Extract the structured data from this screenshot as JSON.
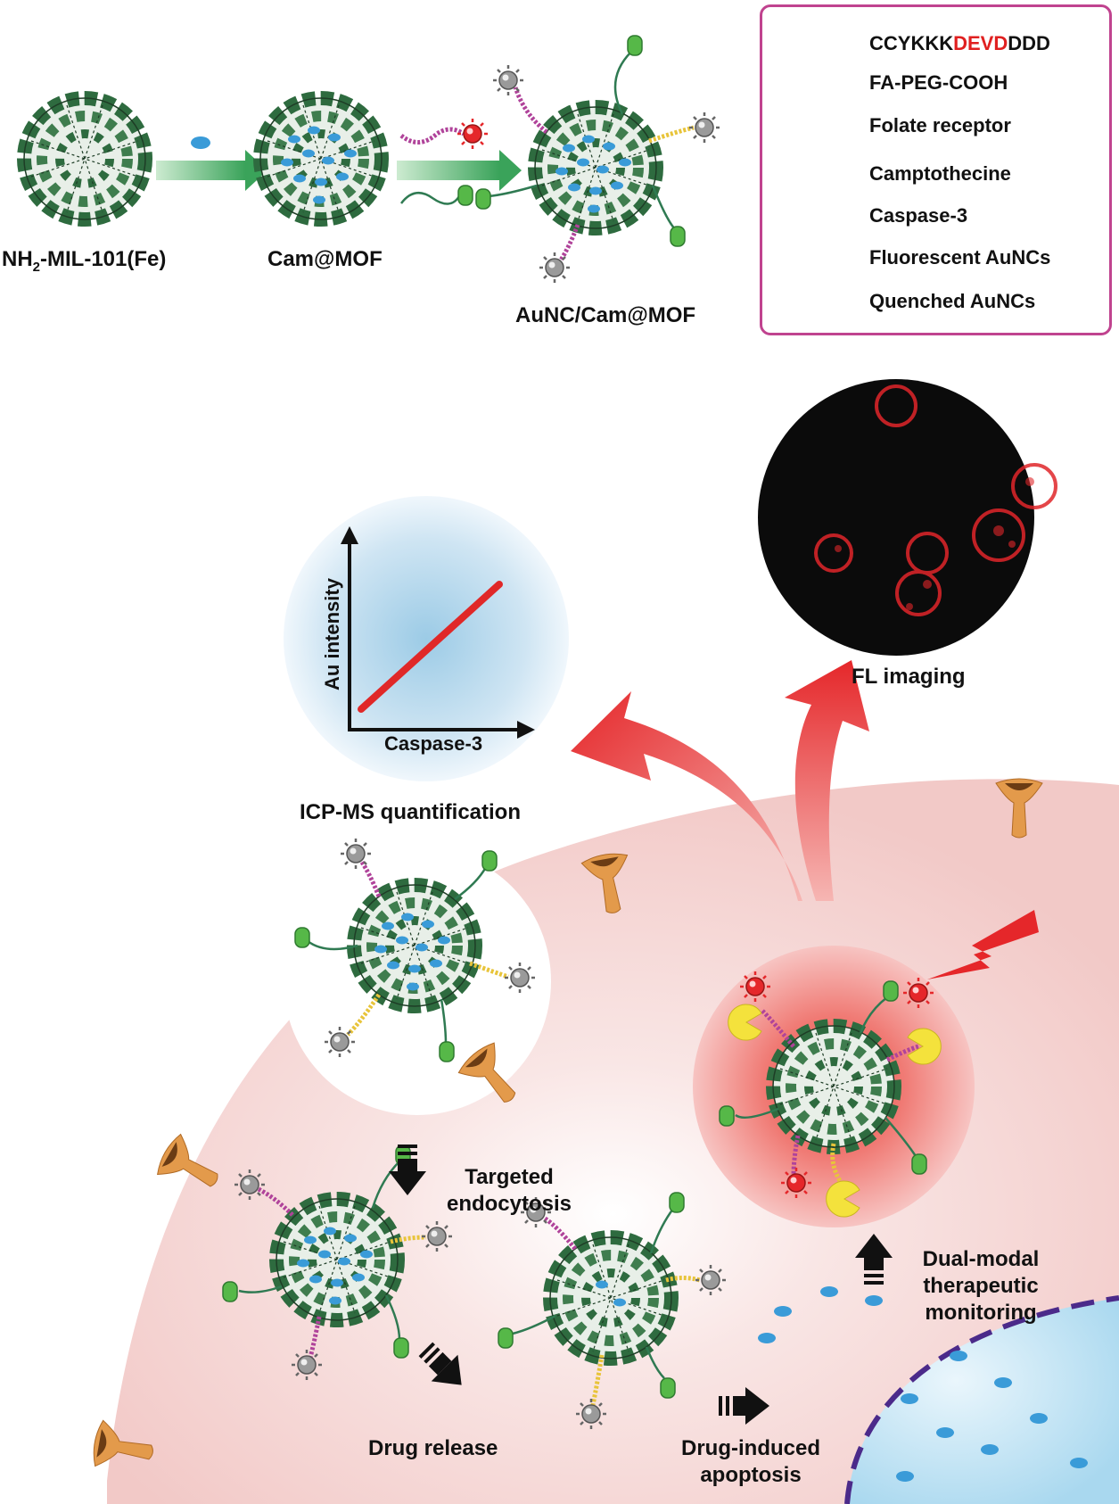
{
  "legend": {
    "peptide": {
      "part1": "CCYKKK",
      "part2": "DEVD",
      "part3": "DDD"
    },
    "items": [
      "FA-PEG-COOH",
      "Folate receptor",
      "Camptothecine",
      "Caspase-3",
      "Fluorescent  AuNCs",
      "Quenched  AuNCs"
    ]
  },
  "labels": {
    "mof": "NH2-MIL-101(Fe)",
    "mof_main": "NH",
    "mof_sub": "2",
    "mof_rest": "-MIL-101(Fe)",
    "cam_mof": "Cam@MOF",
    "aunc_mof": "AuNC/Cam@MOF",
    "fl_imaging": "FL imaging",
    "icp": "ICP-MS quantification",
    "y_axis": "Au intensity",
    "x_axis": "Caspase-3",
    "endocytosis_1": "Targeted",
    "endocytosis_2": "endocytosis",
    "drug_release": "Drug release",
    "apoptosis_1": "Drug-induced",
    "apoptosis_2": "apoptosis",
    "monitoring_1": "Dual-modal",
    "monitoring_2": "therapeutic",
    "monitoring_3": "monitoring"
  },
  "colors": {
    "mof_green": "#2e6b3f",
    "drug_blue": "#3a9bd8",
    "peptide_magenta": "#b0439a",
    "peptide_yellow": "#e8c43a",
    "peg_green": "#2f7a52",
    "folate_green": "#56b848",
    "receptor_orange": "#e39a4b",
    "caspase_yellow": "#f4e23c",
    "fluorescent_red": "#e5272a",
    "quenched_gray": "#8a8a8a",
    "arrow_red": "#e5272a",
    "cell_pink": "#f6d7d6",
    "nucleus_border": "#4b2a8a",
    "legend_border": "#c0438f"
  },
  "icons": [
    "mof-particle-icon",
    "camptothecine-icon",
    "caspase-icon",
    "fluorescent-aunc-icon",
    "quenched-aunc-icon",
    "folate-receptor-icon",
    "lightning-icon"
  ]
}
